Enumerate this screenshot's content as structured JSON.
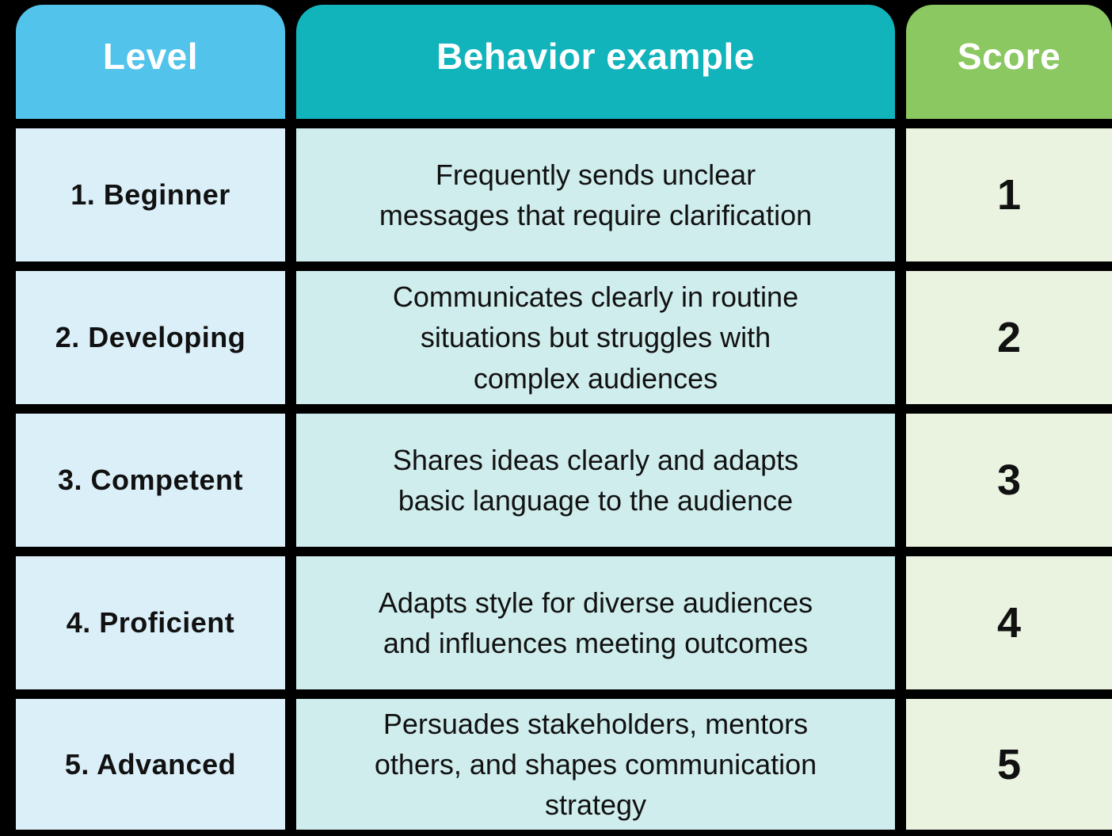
{
  "table": {
    "columns": [
      {
        "label": "Level",
        "header_bg": "#52c3eb",
        "cell_bg": "#dbeff8"
      },
      {
        "label": "Behavior example",
        "header_bg": "#12b4bc",
        "cell_bg": "#d0edee"
      },
      {
        "label": "Score",
        "header_bg": "#8bc862",
        "cell_bg": "#e9f3df"
      }
    ],
    "rows": [
      {
        "level": "1. Beginner",
        "behavior": "Frequently sends unclear\nmessages that require clarification",
        "score": "1"
      },
      {
        "level": "2. Developing",
        "behavior": "Communicates clearly in routine\nsituations but struggles with\ncomplex audiences",
        "score": "2"
      },
      {
        "level": "3. Competent",
        "behavior": "Shares ideas clearly and adapts\nbasic language to the audience",
        "score": "3"
      },
      {
        "level": "4. Proficient",
        "behavior": "Adapts style for diverse audiences\nand influences meeting outcomes",
        "score": "4"
      },
      {
        "level": "5. Advanced",
        "behavior": "Persuades stakeholders, mentors\nothers, and shapes communication\nstrategy",
        "score": "5"
      }
    ]
  },
  "colors": {
    "border_background": "#000000",
    "header_text": "#ffffff",
    "body_text": "#111111"
  },
  "chart_data": {
    "type": "table",
    "title": "",
    "columns": [
      "Level",
      "Behavior example",
      "Score"
    ],
    "rows": [
      [
        "1. Beginner",
        "Frequently sends unclear messages that require clarification",
        1
      ],
      [
        "2. Developing",
        "Communicates clearly in routine situations but struggles with complex audiences",
        2
      ],
      [
        "3. Competent",
        "Shares ideas clearly and adapts basic language to the audience",
        3
      ],
      [
        "4. Proficient",
        "Adapts style for diverse audiences and influences meeting outcomes",
        4
      ],
      [
        "5. Advanced",
        "Persuades stakeholders, mentors others, and shapes communication strategy",
        5
      ]
    ]
  }
}
